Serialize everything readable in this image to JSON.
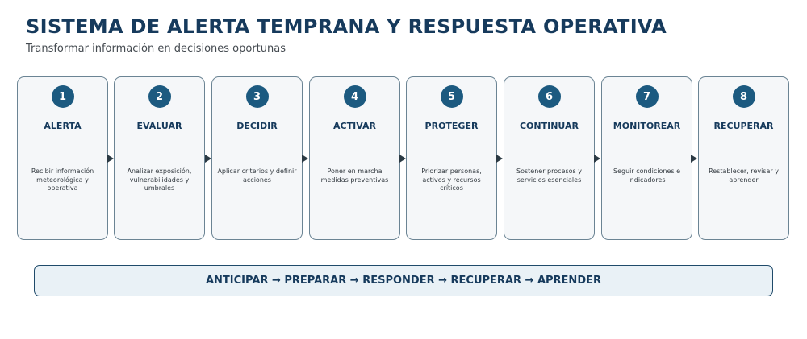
{
  "header": {
    "title": "SISTEMA DE ALERTA TEMPRANA Y RESPUESTA OPERATIVA",
    "subtitle": "Transformar información en decisiones oportunas"
  },
  "steps": [
    {
      "number": "1",
      "label": "ALERTA",
      "description": "Recibir información meteorológica y operativa"
    },
    {
      "number": "2",
      "label": "EVALUAR",
      "description": "Analizar exposición, vulnerabilidades y umbrales"
    },
    {
      "number": "3",
      "label": "DECIDIR",
      "description": "Aplicar criterios y definir acciones"
    },
    {
      "number": "4",
      "label": "ACTIVAR",
      "description": "Poner en marcha medidas preventivas"
    },
    {
      "number": "5",
      "label": "PROTEGER",
      "description": "Priorizar personas, activos y recursos críticos"
    },
    {
      "number": "6",
      "label": "CONTINUAR",
      "description": "Sostener procesos y servicios esenciales"
    },
    {
      "number": "7",
      "label": "MONITOREAR",
      "description": "Seguir condiciones e indicadores"
    },
    {
      "number": "8",
      "label": "RECUPERAR",
      "description": "Restablecer, revisar y aprender"
    }
  ],
  "banner": {
    "text": "ANTICIPAR → PREPARAR → RESPONDER → RECUPERAR → APRENDER"
  },
  "colors": {
    "title": "#163a5c",
    "badge": "#1c5a80",
    "card_border": "#6b8494",
    "card_fill": "#f5f7f9",
    "banner_fill": "#e9f1f6"
  }
}
